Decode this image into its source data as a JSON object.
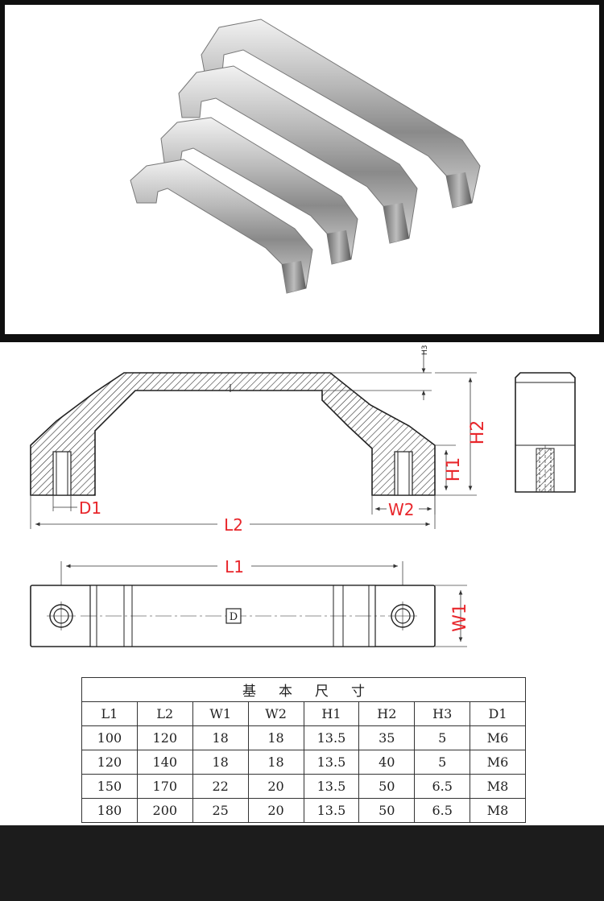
{
  "drawing": {
    "labels": {
      "l1": "L1",
      "l2": "L2",
      "w1": "W1",
      "w2": "W2",
      "h1": "H1",
      "h2": "H2",
      "h3": "H3",
      "d1": "D1",
      "logo": "D"
    }
  },
  "table": {
    "title": "基本尺寸",
    "headers": [
      "L1",
      "L2",
      "W1",
      "W2",
      "H1",
      "H2",
      "H3",
      "D1"
    ],
    "rows": [
      [
        "100",
        "120",
        "18",
        "18",
        "13.5",
        "35",
        "5",
        "M6"
      ],
      [
        "120",
        "140",
        "18",
        "18",
        "13.5",
        "40",
        "5",
        "M6"
      ],
      [
        "150",
        "170",
        "22",
        "20",
        "13.5",
        "50",
        "6.5",
        "M8"
      ],
      [
        "180",
        "200",
        "25",
        "20",
        "13.5",
        "50",
        "6.5",
        "M8"
      ]
    ]
  },
  "colors": {
    "dimension": "#e8262b",
    "frame": "#0f0f0f",
    "bottom_bar": "#1c1c1c"
  }
}
